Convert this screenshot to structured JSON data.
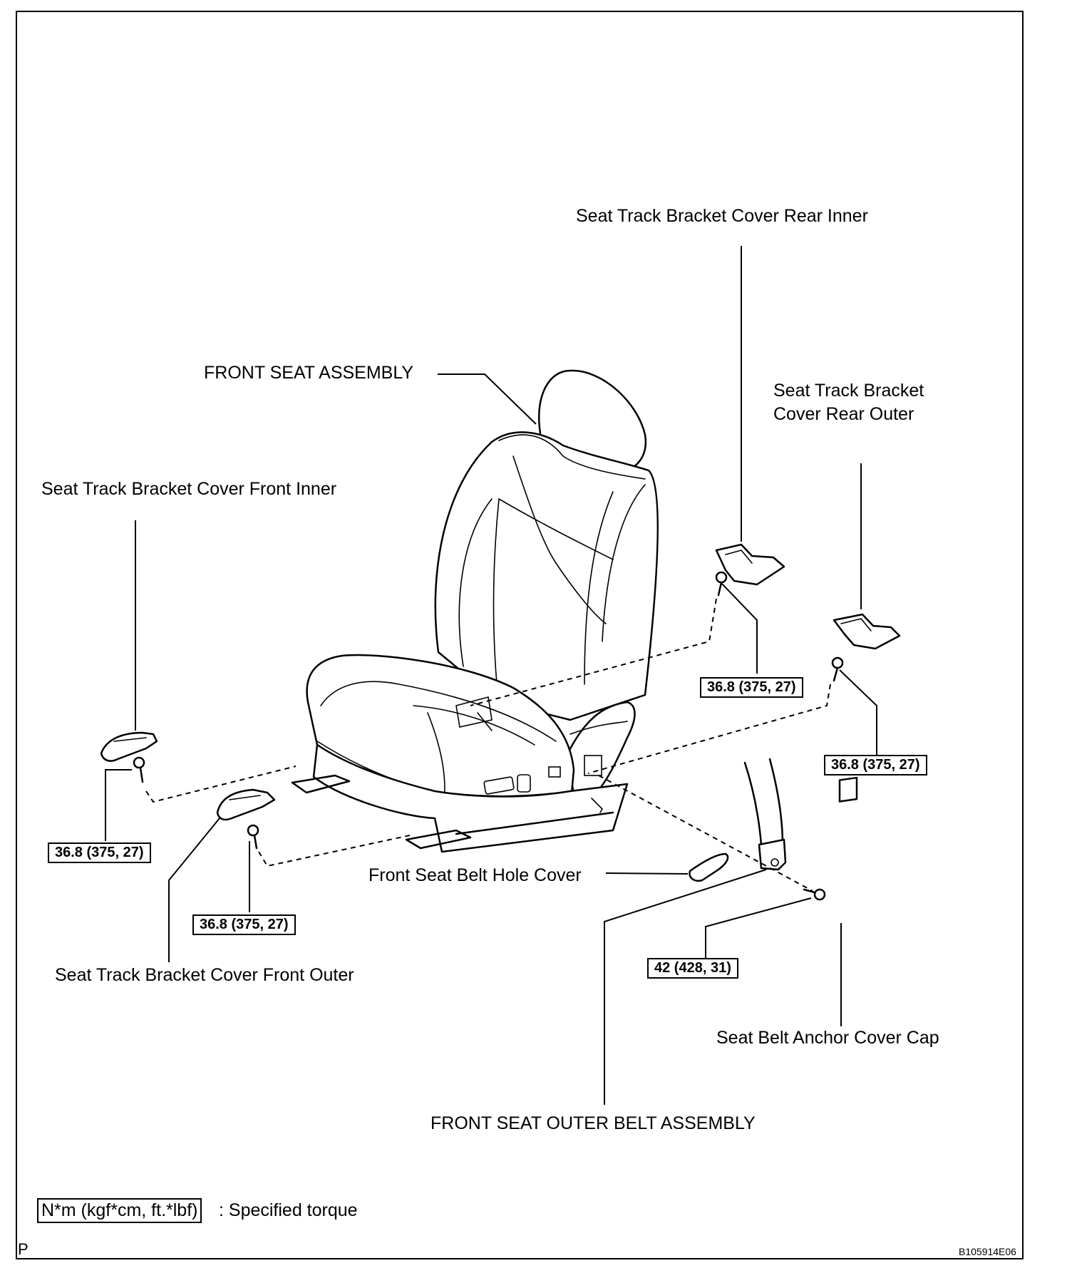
{
  "labels": {
    "cover_rear_inner": "Seat Track Bracket Cover Rear Inner",
    "front_seat_assembly": "FRONT SEAT ASSEMBLY",
    "cover_rear_outer_line1": "Seat Track Bracket",
    "cover_rear_outer_line2": "Cover Rear Outer",
    "cover_front_inner": "Seat Track Bracket Cover Front Inner",
    "belt_hole_cover": "Front Seat Belt Hole Cover",
    "cover_front_outer": "Seat Track Bracket Cover Front Outer",
    "anchor_cover_cap": "Seat Belt Anchor Cover Cap",
    "outer_belt_assembly": "FRONT SEAT OUTER BELT ASSEMBLY"
  },
  "torques": {
    "rear_inner_bolt": "36.8 (375, 27)",
    "rear_outer_bolt": "36.8 (375, 27)",
    "front_inner_bolt": "36.8 (375, 27)",
    "front_outer_bolt": "36.8 (375, 27)",
    "belt_anchor_bolt": "42 (428, 31)"
  },
  "legend": {
    "units": "N*m (kgf*cm, ft.*lbf)",
    "description": ": Specified torque"
  },
  "footer": {
    "page_letter": "P",
    "figure_code": "B105914E06"
  },
  "icons": [
    "front-seat-drawing",
    "bracket-cover-icon",
    "bolt-icon",
    "seat-belt-drawing",
    "cover-cap-icon"
  ]
}
